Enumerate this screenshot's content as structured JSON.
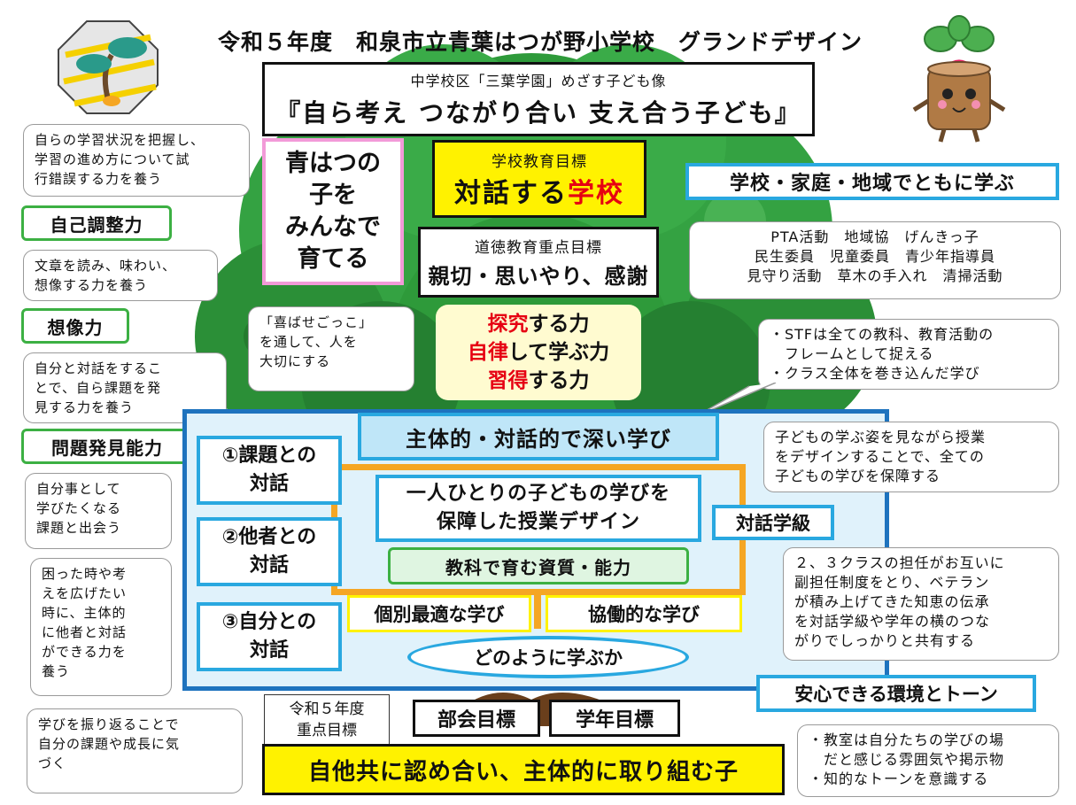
{
  "header": {
    "title": "令和５年度　和泉市立青葉はつが野小学校　グランドデザイン",
    "vision_caption": "中学校区「三葉学園」めざす子ども像",
    "vision_main": "『自ら考え つながり合い 支え合う子ども』"
  },
  "slogan": "青はつの\n子を\nみんなで\n育てる",
  "school_goal": {
    "caption": "学校教育目標",
    "main_prefix": "対話する",
    "main_highlight": "学校"
  },
  "moral_goal": {
    "caption": "道徳教育重点目標",
    "main": "親切・思いやり、感謝"
  },
  "moral_bubble": "「喜ばせごっこ」\nを通して、人を\n大切にする",
  "powers": [
    {
      "highlight": "探究",
      "rest": "する力"
    },
    {
      "highlight": "自律",
      "rest": "して学ぶ力"
    },
    {
      "highlight": "習得",
      "rest": "する力"
    }
  ],
  "community": {
    "title": "学校・家庭・地域でともに学ぶ",
    "detail": "PTA活動　地域協　げんきっ子\n民生委員　児童委員　青少年指導員\n見守り活動　草木の手入れ　清掃活動"
  },
  "stf_note": "・STFは全ての教科、教育活動の\n　フレームとして捉える\n・クラス全体を巻き込んだ学び",
  "left_column": [
    {
      "bubble": "自らの学習状況を把握し、\n学習の進め方について試\n行錯誤する力を養う",
      "label": "自己調整力"
    },
    {
      "bubble": "文章を読み、味わい、\n想像する力を養う",
      "label": "想像力"
    },
    {
      "bubble": "自分と対話をするこ\nとで、自ら課題を発\n見する力を養う",
      "label": "問題発見能力"
    }
  ],
  "left_notes": {
    "n1": "自分事として\n学びたくなる\n課題と出会う",
    "n2": "困った時や考\nえを広げたい\n時に、主体的\nに他者と対話\nができる力を\n養う",
    "n3": "学びを振り返ることで\n自分の課題や成長に気\nづく"
  },
  "main_banner": "主体的・対話的で深い学び",
  "dialogues": [
    "①課題との\n対話",
    "②他者との\n対話",
    "③自分との\n対話"
  ],
  "center": {
    "design": "一人ひとりの子どもの学びを\n保障した授業デザイン",
    "competence": "教科で育む資質・能力",
    "individual": "個別最適な学び",
    "collaborative": "協働的な学び",
    "how": "どのように学ぶか"
  },
  "dialogue_class": {
    "label": "対話学級",
    "note": "２、３クラスの担任がお互いに\n副担任制度をとり、ベテラン\nが積み上げてきた知恵の伝承\nを対話学級や学年の横のつな\nがりでしっかりと共有する"
  },
  "design_note": "子どもの学ぶ姿を見ながら授業\nをデザインすることで、全ての\n子どもの学びを保障する",
  "environment": {
    "label": "安心できる環境とトーン",
    "note": "・教室は自分たちの学びの場\n　だと感じる雰囲気や掲示物\n・知的なトーンを意識する"
  },
  "footer": {
    "priority_label": "令和５年度\n重点目標",
    "dept_goal": "部会目標",
    "grade_goal": "学年目標",
    "main_goal": "自他共に認め合い、主体的に取り組む子"
  },
  "colors": {
    "tree_green": "#2e9a3a",
    "tree_dark": "#1f6e27",
    "trunk": "#7a4a22",
    "frame_blue": "#1e73be",
    "cyan": "#29a8e0",
    "orange": "#f5a623",
    "yellow": "#fff200",
    "pink": "#f29ad8",
    "red": "#e60012",
    "label_green": "#3cb043"
  }
}
